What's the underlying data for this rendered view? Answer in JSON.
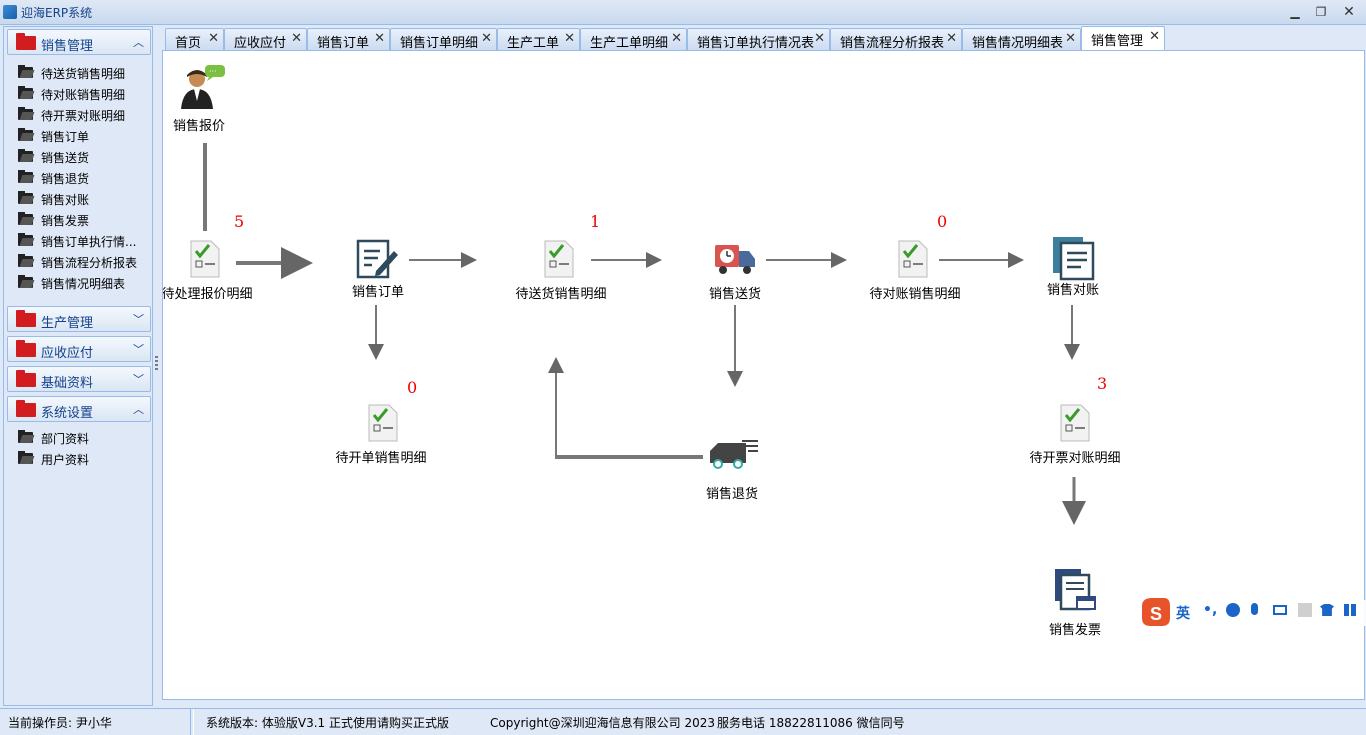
{
  "window": {
    "title": "迎海ERP系统"
  },
  "sidebar": {
    "sections": [
      {
        "label": "销售管理",
        "expanded": true,
        "items": [
          "待送货销售明细",
          "待对账销售明细",
          "待开票对账明细",
          "销售订单",
          "销售送货",
          "销售退货",
          "销售对账",
          "销售发票",
          "销售订单执行情...",
          "销售流程分析报表",
          "销售情况明细表"
        ]
      },
      {
        "label": "生产管理",
        "expanded": false,
        "items": []
      },
      {
        "label": "应收应付",
        "expanded": false,
        "items": []
      },
      {
        "label": "基础资料",
        "expanded": false,
        "items": []
      },
      {
        "label": "系统设置",
        "expanded": true,
        "items": [
          "部门资料",
          "用户资料"
        ]
      }
    ]
  },
  "tabs": [
    "首页",
    "应收应付",
    "销售订单",
    "销售订单明细",
    "生产工单",
    "生产工单明细",
    "销售订单执行情况表",
    "销售流程分析报表",
    "销售情况明细表",
    "销售管理"
  ],
  "active_tab": "销售管理",
  "flow": {
    "sales_quote": "销售报价",
    "pending_quote_detail": "待处理报价明细",
    "sales_order": "销售订单",
    "pending_delivery_detail": "待送货销售明细",
    "sales_delivery": "销售送货",
    "pending_reconcile_detail": "待对账销售明细",
    "sales_reconcile": "销售对账",
    "pending_order_detail": "待开单销售明细",
    "sales_return": "销售退货",
    "pending_invoice_detail": "待开票对账明细",
    "sales_invoice": "销售发票",
    "count_quote": "5",
    "count_delivery": "1",
    "count_reconcile": "0",
    "count_order": "0",
    "count_invoice": "3"
  },
  "status": {
    "operator": "当前操作员: 尹小华",
    "version": "系统版本:  体验版V3.1 正式使用请购买正式版",
    "copyright": "Copyright@深圳迎海信息有限公司 2023",
    "phone": "服务电话 18822811086 微信同号"
  },
  "ime": {
    "mode": "英",
    "punct": "•,"
  },
  "colors": {
    "accent": "#15428b",
    "count": "#ee0000",
    "folder": "#d11d20"
  }
}
